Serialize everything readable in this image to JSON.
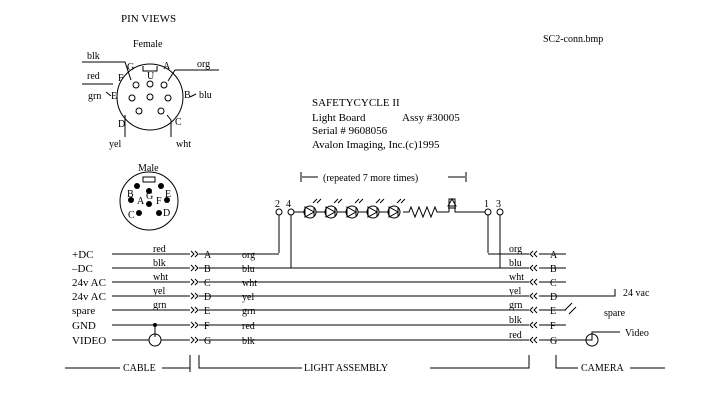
{
  "pin_views": {
    "title": "PIN VIEWS",
    "female": {
      "label": "Female",
      "pins": [
        "U",
        "A",
        "B",
        "C",
        "D",
        "E",
        "F",
        "G"
      ],
      "wire_colors": {
        "G": "blk",
        "F": "red",
        "E": "grn",
        "A": "org",
        "B": "blu",
        "C": "wht",
        "D": "yel"
      }
    },
    "male": {
      "label": "Male",
      "pins": [
        "B",
        "E",
        "A",
        "G",
        "F",
        "C",
        "D"
      ]
    }
  },
  "filename": "SC2-conn.bmp",
  "title_block": {
    "line1": "SAFETYCYCLE II",
    "line2_left": "Light Board",
    "line2_right": "Assy #30005",
    "line3": "Serial # 9608056",
    "line4": "Avalon Imaging, Inc.(c)1995"
  },
  "light_board": {
    "repeat_note": "(repeated 7 more times)",
    "term_left": [
      "2",
      "4"
    ],
    "term_right": [
      "1",
      "3"
    ],
    "led_count": 5
  },
  "signals": [
    "+DC",
    "–DC",
    "24v AC",
    "24v AC",
    "spare",
    "GND",
    "VIDEO"
  ],
  "cable_colors": [
    "red",
    "blk",
    "wht",
    "yel",
    "grn",
    "",
    ""
  ],
  "cable_pins": [
    "A",
    "B",
    "C",
    "D",
    "E",
    "F",
    "G"
  ],
  "light_colors": [
    "org",
    "blu",
    "wht",
    "yel",
    "grn",
    "red",
    "blk"
  ],
  "light_right_colors": [
    "org",
    "blu",
    "wht",
    "yel",
    "grn",
    "blk",
    "red"
  ],
  "camera_pins": [
    "A",
    "B",
    "C",
    "D",
    "E",
    "F",
    "G"
  ],
  "camera_labels": {
    "vac": "24 vac",
    "spare": "spare",
    "video": "Video"
  },
  "section_labels": {
    "cable": "CABLE",
    "light": "LIGHT ASSEMBLY",
    "camera": "CAMERA"
  }
}
